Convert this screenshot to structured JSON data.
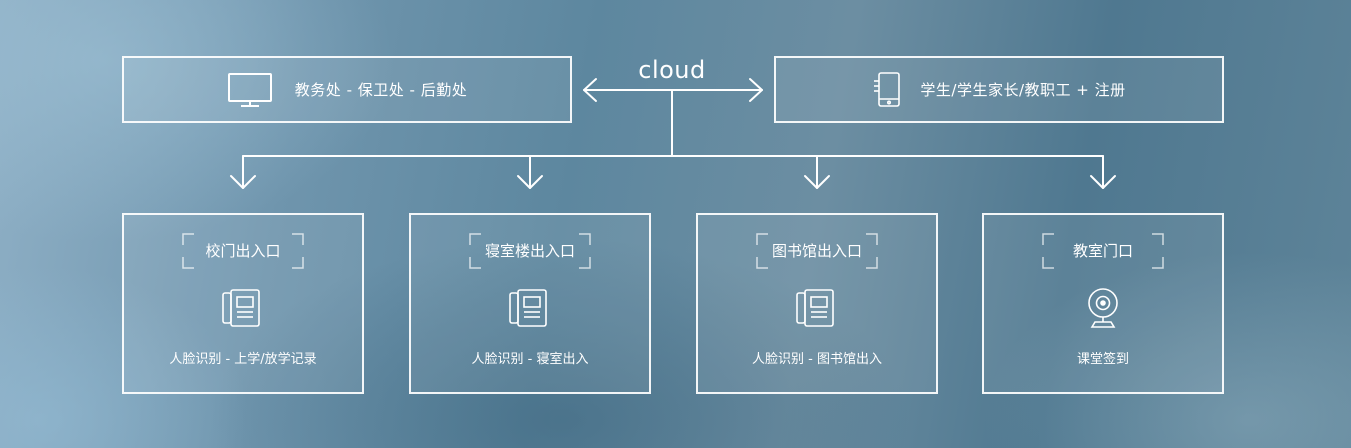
{
  "cloud": {
    "label": "cloud"
  },
  "admin": {
    "label": "教务处 - 保卫处 - 后勤处",
    "icon": "monitor-icon"
  },
  "users": {
    "label": "学生/学生家长/教职工 + 注册",
    "icon": "tablet-icon"
  },
  "terminals": [
    {
      "title": "校门出入口",
      "icon": "face-terminal-icon",
      "caption": "人脸识别 - 上学/放学记录"
    },
    {
      "title": "寝室楼出入口",
      "icon": "face-terminal-icon",
      "caption": "人脸识别 - 寝室出入"
    },
    {
      "title": "图书馆出入口",
      "icon": "face-terminal-icon",
      "caption": "人脸识别 - 图书馆出入"
    },
    {
      "title": "教室门口",
      "icon": "webcam-icon",
      "caption": "课堂签到"
    }
  ],
  "colors": {
    "line": "#ffffff",
    "background": "#6a90a8"
  }
}
